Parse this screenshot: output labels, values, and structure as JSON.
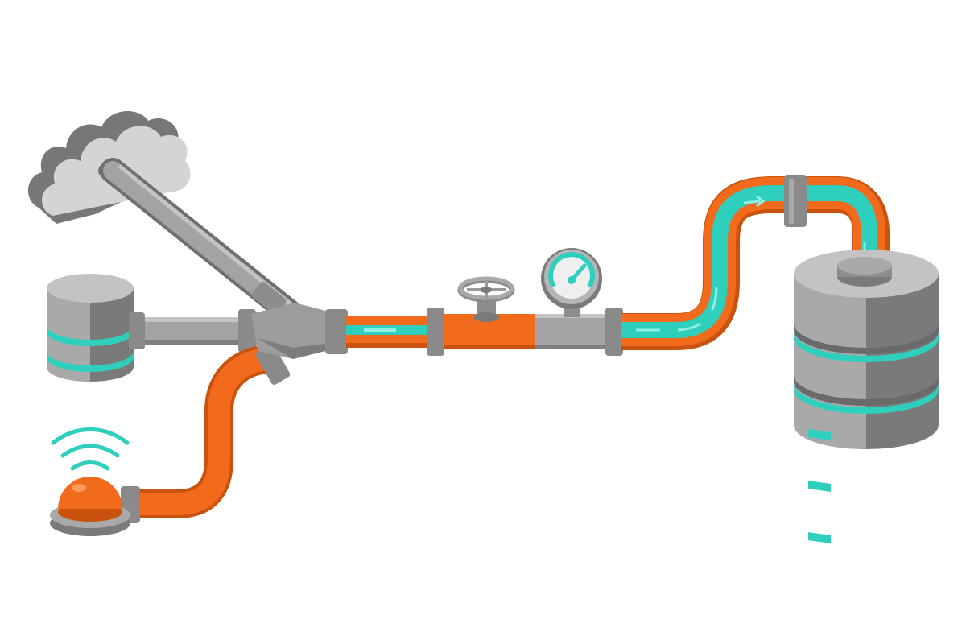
{
  "diagram": {
    "kind": "data-pipeline-illustration",
    "text": [],
    "nodes": [
      {
        "id": "cloud",
        "icon": "cloud-icon"
      },
      {
        "id": "database-left",
        "icon": "database-icon"
      },
      {
        "id": "iot-sensor",
        "icon": "wireless-sensor-icon"
      },
      {
        "id": "junction",
        "icon": "pipe-junction-icon"
      },
      {
        "id": "valve",
        "icon": "valve-wheel-icon"
      },
      {
        "id": "gauge",
        "icon": "pressure-gauge-icon"
      },
      {
        "id": "database-right",
        "icon": "server-stack-icon"
      }
    ],
    "edges": [
      {
        "from": "cloud",
        "to": "junction"
      },
      {
        "from": "database-left",
        "to": "junction"
      },
      {
        "from": "iot-sensor",
        "to": "junction"
      },
      {
        "from": "junction",
        "to": "database-right"
      }
    ],
    "colors": {
      "pipe_gray": "#a3a3a3",
      "pipe_gray_dark": "#6f6f6f",
      "pipe_orange": "#f26a1b",
      "pipe_orange_dark": "#c9530e",
      "flow_teal": "#2ed0bd",
      "cloud_light": "#d2d2d2",
      "cloud_dark": "#777777"
    }
  }
}
